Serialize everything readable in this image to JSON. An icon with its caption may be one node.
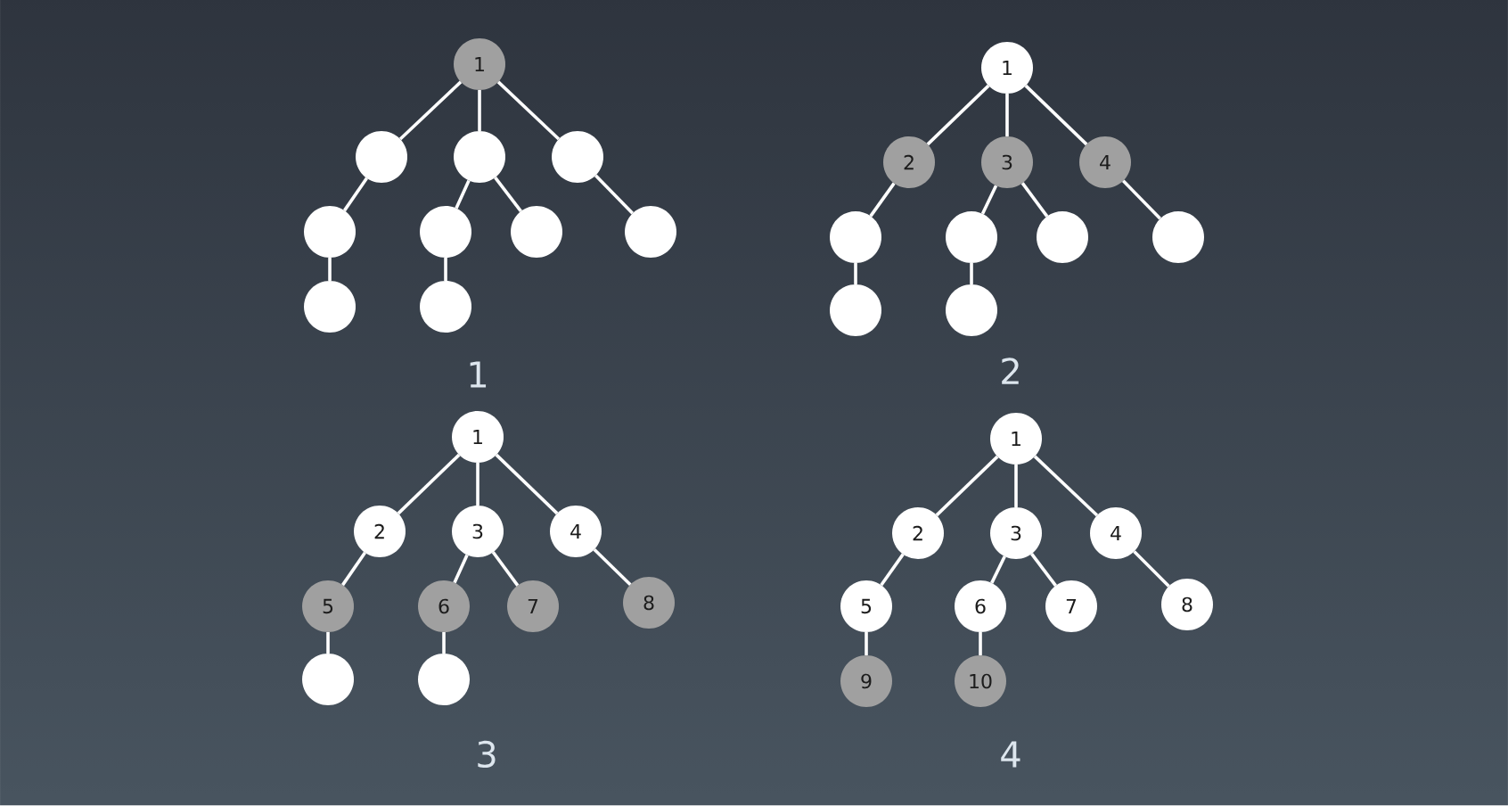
{
  "diagram": {
    "nodes": [
      {
        "text": [
          "1"
        ]
      },
      {
        "text": [],
        "shape": "circle"
      },
      {
        "text": [],
        "shape": "circle"
      },
      {
        "text": [],
        "shape": "circle"
      },
      {
        "text": [],
        "shape": "circle"
      },
      {
        "text": [],
        "shape": "circle"
      },
      {
        "text": [],
        "shape": "circle"
      },
      {
        "text": [],
        "shape": "circle"
      },
      {
        "text": [],
        "shape": "circle"
      },
      {
        "text": [],
        "shape": "circle"
      },
      {
        "text": [
          "1"
        ]
      },
      {
        "text": [
          "2"
        ]
      },
      {
        "text": [
          "3"
        ]
      },
      {
        "text": [
          "4"
        ]
      },
      {
        "text": [],
        "shape": "circle"
      },
      {
        "text": [],
        "shape": "circle"
      },
      {
        "text": [],
        "shape": "circle"
      },
      {
        "text": [],
        "shape": "circle"
      },
      {
        "text": [],
        "shape": "circle"
      },
      {
        "text": [],
        "shape": "circle"
      },
      {
        "text": [
          "1"
        ]
      },
      {
        "text": [
          "2"
        ]
      },
      {
        "text": [
          "3"
        ]
      },
      {
        "text": [
          "4"
        ]
      },
      {
        "text": [
          "5"
        ]
      },
      {
        "text": [
          "6"
        ]
      },
      {
        "text": [
          "7"
        ]
      },
      {
        "text": [
          "8"
        ]
      },
      {
        "text": [],
        "shape": "circle"
      },
      {
        "text": [],
        "shape": "circle"
      },
      {
        "text": [
          "1"
        ]
      },
      {
        "text": [
          "2"
        ]
      },
      {
        "text": [
          "3"
        ]
      },
      {
        "text": [
          "4"
        ]
      },
      {
        "text": [
          "5"
        ]
      },
      {
        "text": [
          "6"
        ]
      },
      {
        "text": [
          "7"
        ]
      },
      {
        "text": [
          "8"
        ]
      },
      {
        "text": [
          "9"
        ]
      },
      {
        "text": [
          "10"
        ]
      }
    ],
    "edges": [
      {
        "from": 0,
        "to": 1,
        "arrow": "none"
      },
      {
        "from": 0,
        "to": 2,
        "arrow": "none"
      },
      {
        "from": 0,
        "to": 3,
        "arrow": "none"
      },
      {
        "from": 1,
        "to": 4,
        "arrow": "none"
      },
      {
        "from": 2,
        "to": 5,
        "arrow": "none"
      },
      {
        "from": 2,
        "to": 6,
        "arrow": "none"
      },
      {
        "from": 3,
        "to": 7,
        "arrow": "none"
      },
      {
        "from": 4,
        "to": 8,
        "arrow": "none"
      },
      {
        "from": 5,
        "to": 9,
        "arrow": "none"
      },
      {
        "from": 10,
        "to": 11,
        "arrow": "none"
      },
      {
        "from": 10,
        "to": 12,
        "arrow": "none"
      },
      {
        "from": 10,
        "to": 13,
        "arrow": "none"
      },
      {
        "from": 11,
        "to": 14,
        "arrow": "none"
      },
      {
        "from": 12,
        "to": 15,
        "arrow": "none"
      },
      {
        "from": 12,
        "to": 16,
        "arrow": "none"
      },
      {
        "from": 13,
        "to": 17,
        "arrow": "none"
      },
      {
        "from": 14,
        "to": 18,
        "arrow": "none"
      },
      {
        "from": 15,
        "to": 19,
        "arrow": "none"
      },
      {
        "from": 20,
        "to": 21,
        "arrow": "none"
      },
      {
        "from": 20,
        "to": 22,
        "arrow": "none"
      },
      {
        "from": 20,
        "to": 23,
        "arrow": "none"
      },
      {
        "from": 21,
        "to": 24,
        "arrow": "none"
      },
      {
        "from": 22,
        "to": 25,
        "arrow": "none"
      },
      {
        "from": 22,
        "to": 26,
        "arrow": "none"
      },
      {
        "from": 23,
        "to": 27,
        "arrow": "none"
      },
      {
        "from": 24,
        "to": 28,
        "arrow": "none"
      },
      {
        "from": 25,
        "to": 29,
        "arrow": "none"
      },
      {
        "from": 30,
        "to": 31,
        "arrow": "none"
      },
      {
        "from": 30,
        "to": 32,
        "arrow": "none"
      },
      {
        "from": 30,
        "to": 33,
        "arrow": "none"
      },
      {
        "from": 31,
        "to": 34,
        "arrow": "none"
      },
      {
        "from": 32,
        "to": 35,
        "arrow": "none"
      },
      {
        "from": 32,
        "to": 36,
        "arrow": "none"
      },
      {
        "from": 33,
        "to": 37,
        "arrow": "none"
      },
      {
        "from": 34,
        "to": 38,
        "arrow": "none"
      },
      {
        "from": 35,
        "to": 39,
        "arrow": "none"
      }
    ],
    "labels": [
      "1",
      "2",
      "3",
      "4"
    ]
  }
}
